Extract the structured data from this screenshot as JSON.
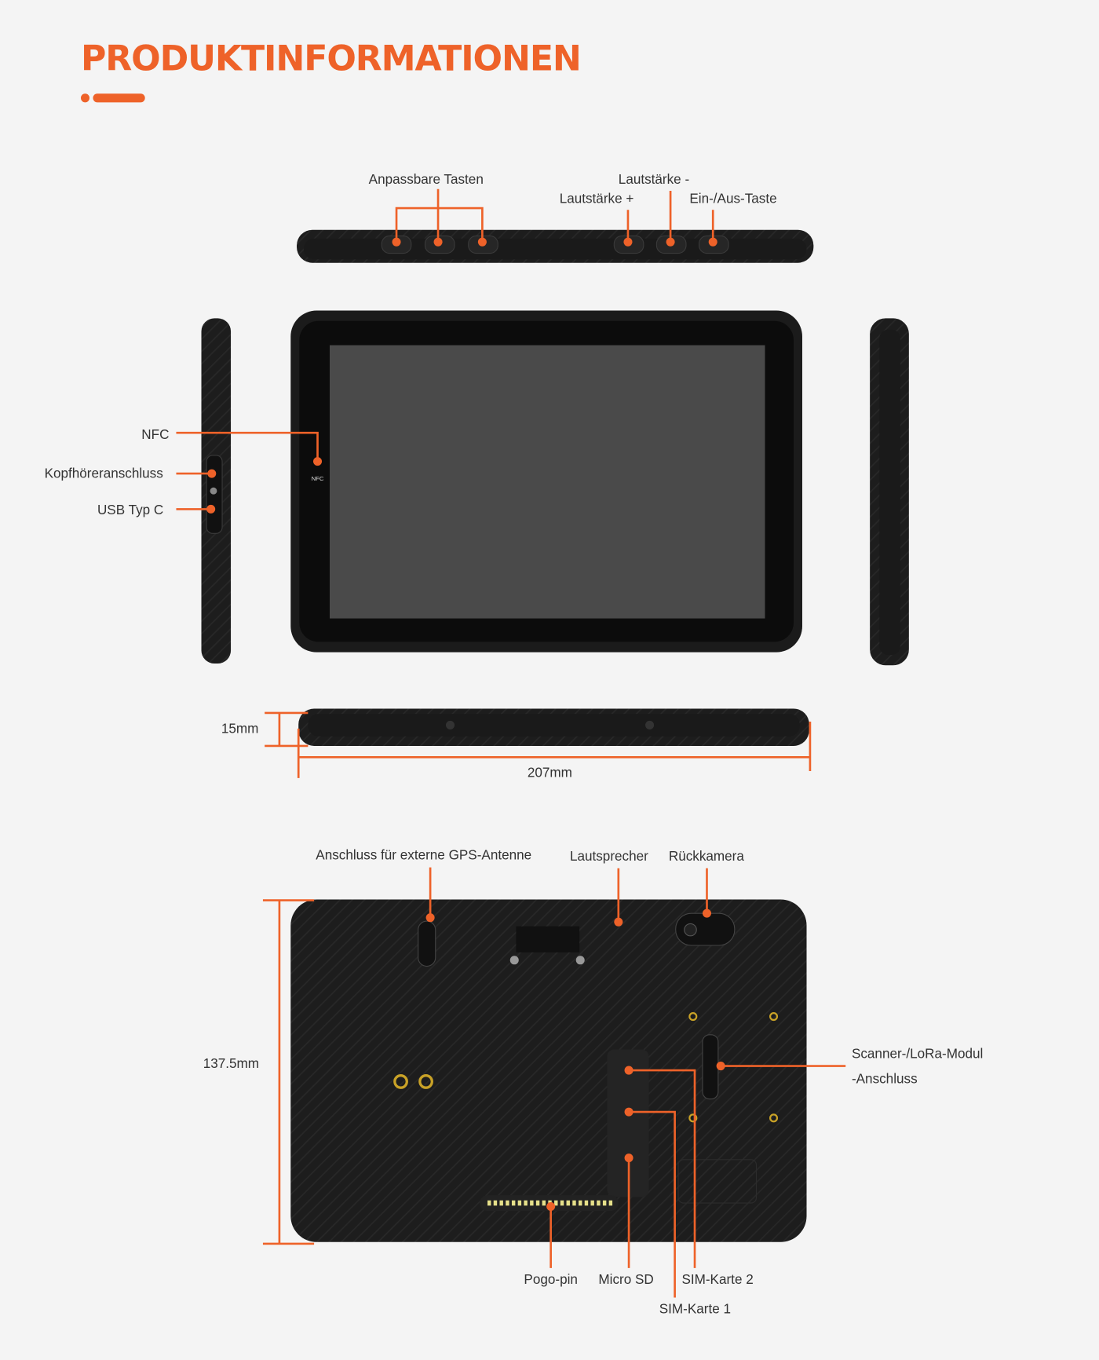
{
  "title": "PRODUKTINFORMATIONEN",
  "accent_color": "#ee6229",
  "labels": {
    "custom_keys": "Anpassbare Tasten",
    "volume_minus": "Lautstärke -",
    "volume_plus": "Lautstärke +",
    "power": "Ein-/Aus-Taste",
    "nfc": "NFC",
    "headphone": "Kopfhöreranschluss",
    "usb": "USB Typ C",
    "nfc_mark": "NFC",
    "gps": "Anschluss für externe GPS-Antenne",
    "speaker": "Lautsprecher",
    "rear_camera": "Rückkamera",
    "scanner_1": "Scanner-/LoRa-Modul",
    "scanner_2": "-Anschluss",
    "pogo": "Pogo-pin",
    "microsd": "Micro SD",
    "sim2": "SIM-Karte 2",
    "sim1": "SIM-Karte 1"
  },
  "dimensions": {
    "thickness": "15mm",
    "width": "207mm",
    "height": "137.5mm"
  }
}
